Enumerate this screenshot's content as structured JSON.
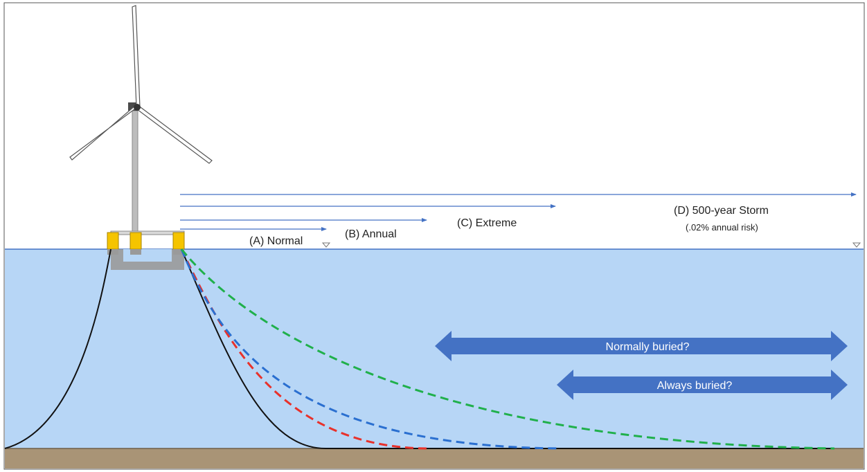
{
  "labels": {
    "normal": "(A) Normal",
    "annual": "(B) Annual",
    "extreme": "(C) Extreme",
    "storm": "(D) 500-year Storm",
    "storm_risk": "(.02% annual risk)"
  },
  "burial": {
    "normally": "Normally buried?",
    "always": "Always buried?"
  },
  "colors": {
    "sky": "#ffffff",
    "sea": "#b7d6f6",
    "seabed": "#a99476",
    "surface_line": "#4472c4",
    "wind_arrow": "#4472c4",
    "burial_arrow": "#4472c4",
    "float_yellow": "#f5c400",
    "platform_gray": "#9a9a9a",
    "cable_normal": "#111111",
    "cable_annual": "#e8312b",
    "cable_extreme": "#2a6fd0",
    "cable_storm": "#20b04b"
  },
  "icons": [
    "wind-turbine-icon",
    "floating-platform-icon",
    "water-level-marker-icon"
  ]
}
